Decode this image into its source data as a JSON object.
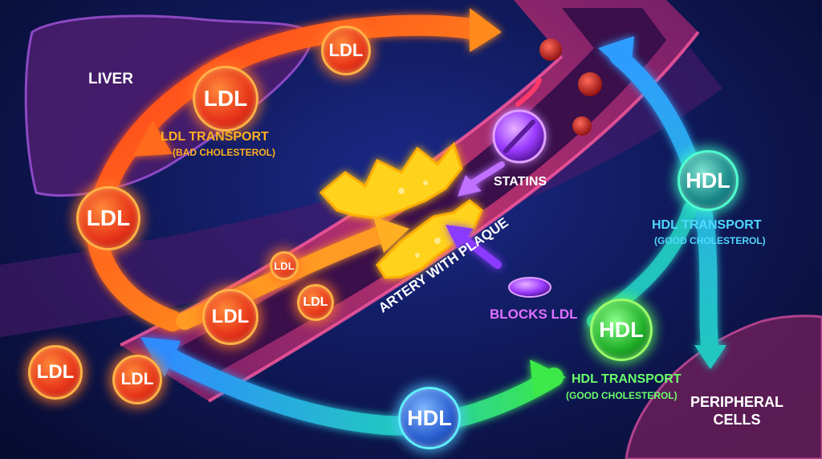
{
  "labels": {
    "liver": "LIVER",
    "ldl_transport": "LDL TRANSPORT",
    "bad_cholesterol": "(BAD CHOLESTEROL)",
    "statins": "STATINS",
    "hdl_transport_1": "HDL TRANSPORT",
    "good_cholesterol_1": "(GOOD CHOLESTEROL)",
    "artery_with_plaque": "ARTERY WITH PLAQUE",
    "blocks_ldl": "BLOCKS LDL",
    "hdl_transport_2": "HDL TRANSPORT",
    "good_cholesterol_2": "(GOOD CHOLESTEROL)",
    "peripheral_cells_line1": "PERIPHERAL",
    "peripheral_cells_line2": "CELLS"
  },
  "particles": {
    "ldl": "LDL",
    "hdl": "HDL"
  },
  "colors": {
    "ldl_flow": "#ff5a1f",
    "hdl_flow": "#2fa8ff",
    "statin": "#b04bff",
    "plaque": "#ffd21f",
    "artery": "#c23a8a",
    "background": "#101a5c"
  }
}
